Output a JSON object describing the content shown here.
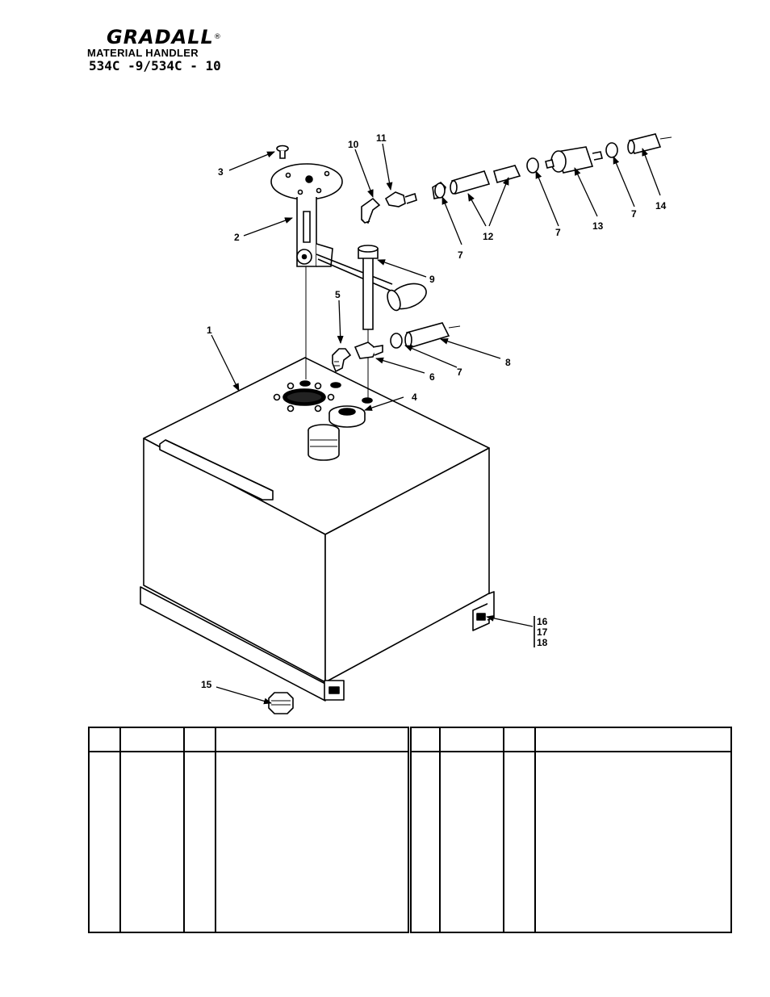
{
  "header": {
    "brand": "GRADALL",
    "registered": "®",
    "subtitle": "MATERIAL HANDLER",
    "model": "534C -9/534C - 10"
  },
  "callouts": {
    "c1": "1",
    "c2": "2",
    "c3": "3",
    "c4": "4",
    "c5": "5",
    "c6": "6",
    "c7a": "7",
    "c7b": "7",
    "c7c": "7",
    "c7d": "7",
    "c8": "8",
    "c9": "9",
    "c10": "10",
    "c11": "11",
    "c12": "12",
    "c13": "13",
    "c14": "14",
    "c15": "15",
    "c16": "16",
    "c17": "17",
    "c18": "18"
  },
  "parts_table": {
    "left": {
      "columns": [
        "",
        "",
        "",
        ""
      ],
      "rows": []
    },
    "right": {
      "columns": [
        "",
        "",
        "",
        ""
      ],
      "rows": []
    }
  }
}
